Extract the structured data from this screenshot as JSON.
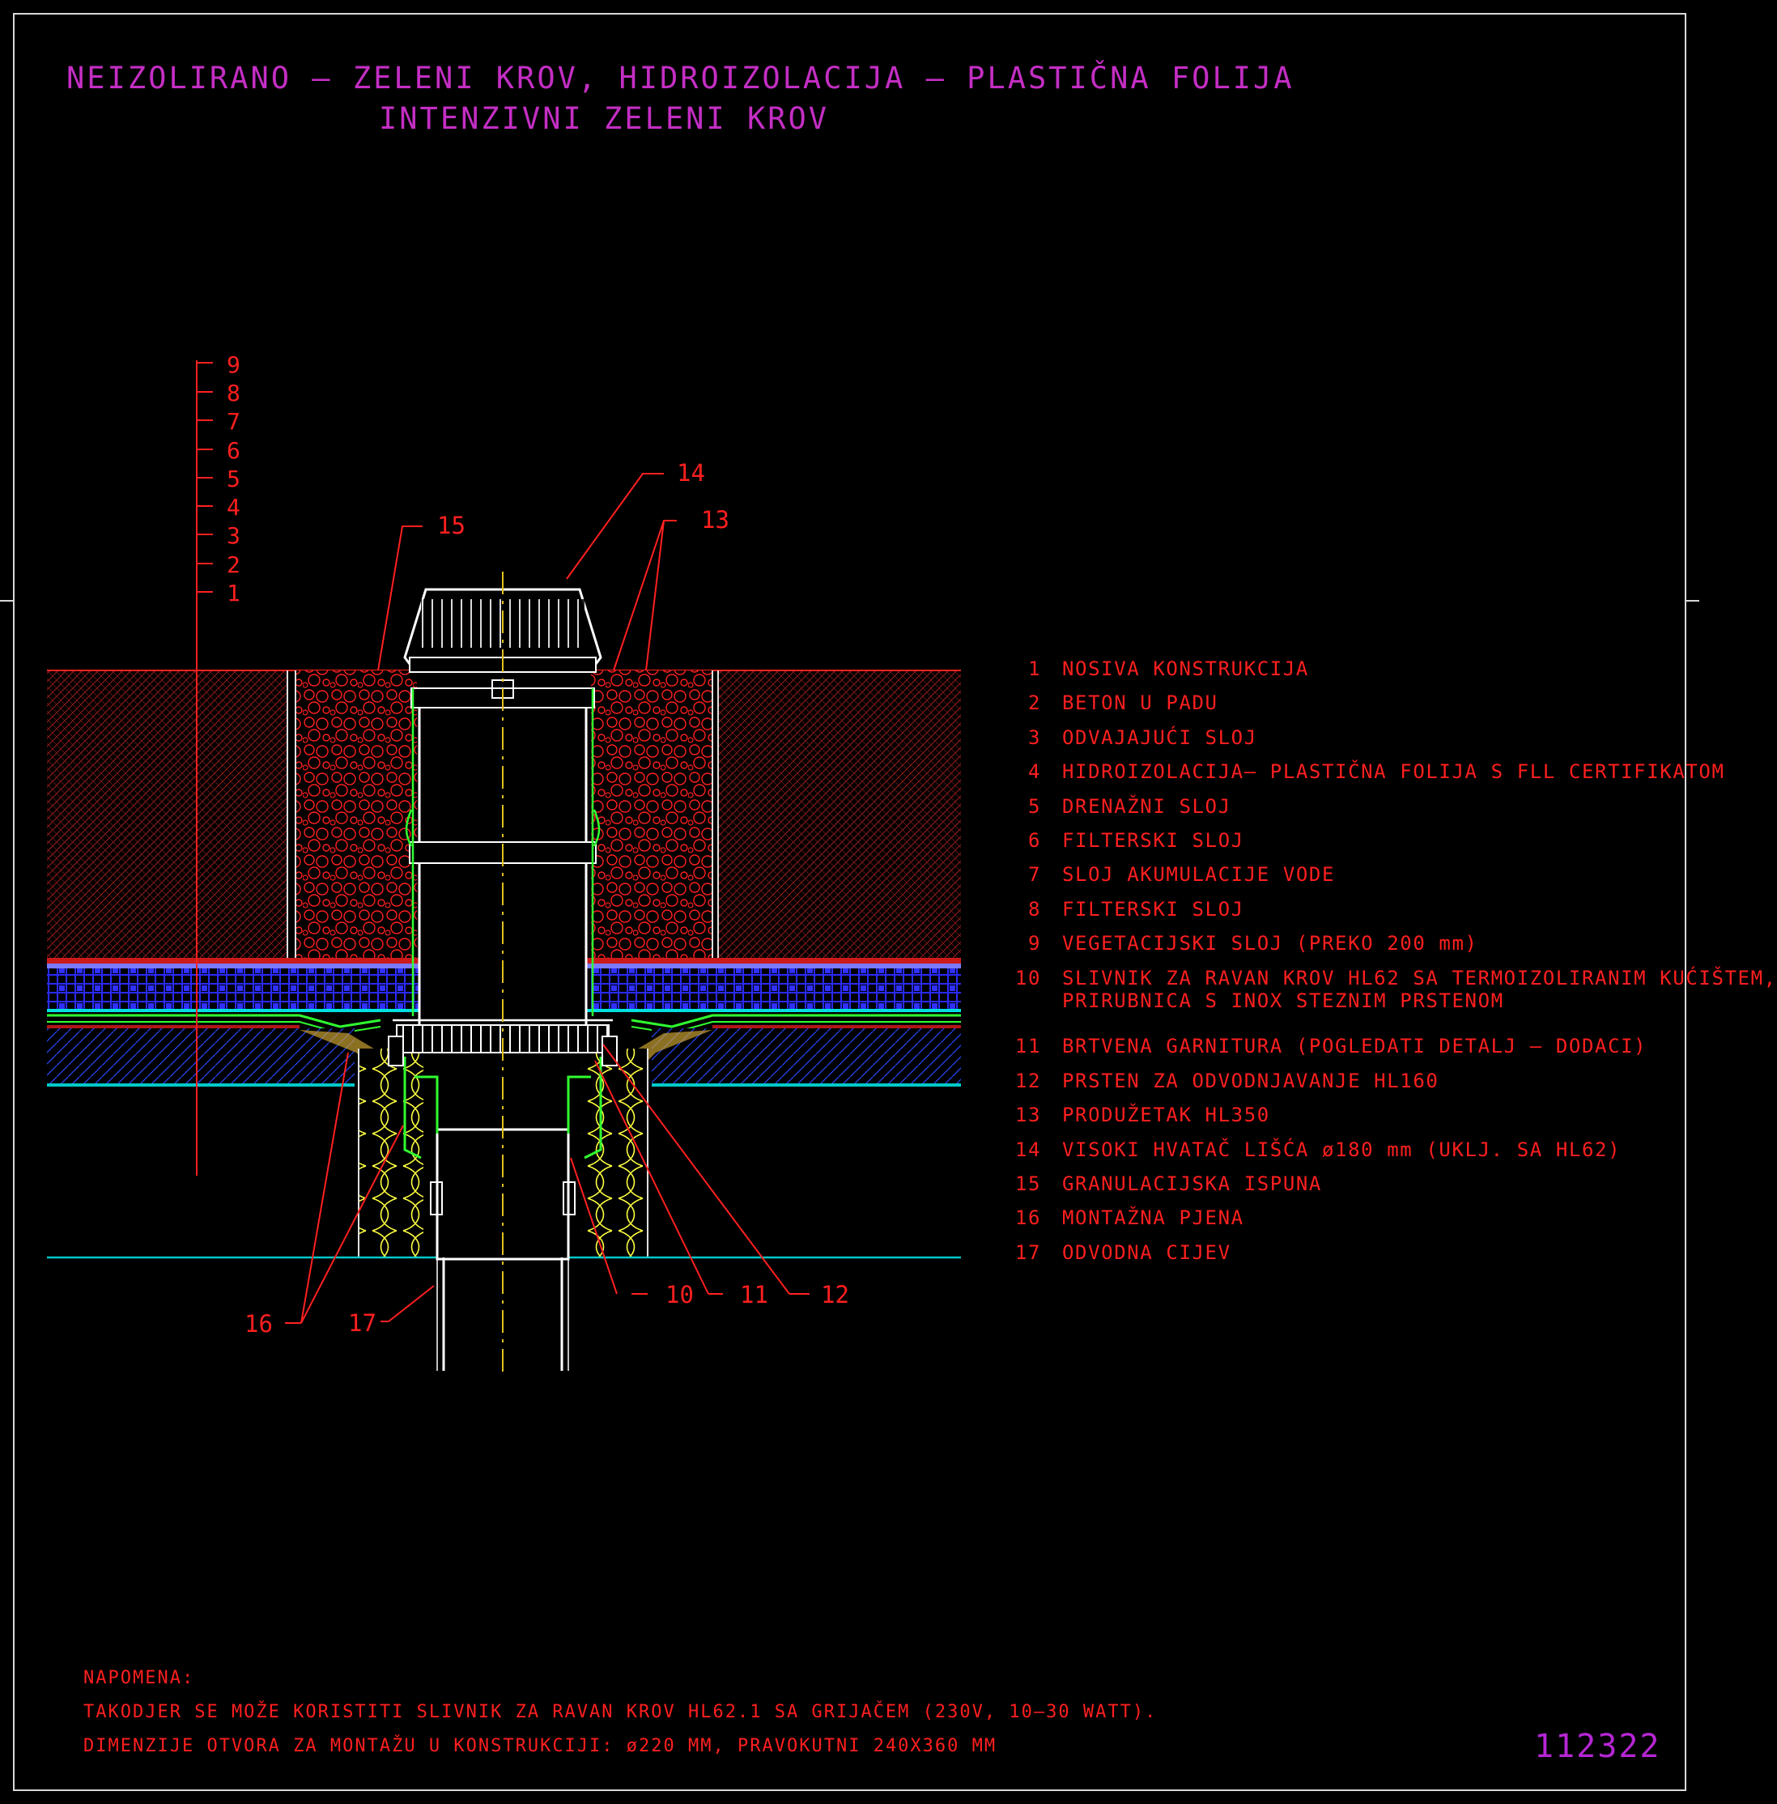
{
  "title": {
    "line1": "NEIZOLIRANO – ZELENI KROV, HIDROIZOLACIJA – PLASTIČNA FOLIJA",
    "line2": "INTENZIVNI ZELENI KROV"
  },
  "layer_scale": [
    "9",
    "8",
    "7",
    "6",
    "5",
    "4",
    "3",
    "2",
    "1"
  ],
  "callouts": {
    "c14": "14",
    "c15": "15",
    "c13": "13",
    "c16": "16",
    "c17": "17",
    "c10": "10",
    "c11": "11",
    "c12": "12"
  },
  "legend": [
    {
      "num": "1",
      "text": "NOSIVA KONSTRUKCIJA"
    },
    {
      "num": "2",
      "text": "BETON U PADU"
    },
    {
      "num": "3",
      "text": "ODVAJAJUĆI SLOJ"
    },
    {
      "num": "4",
      "text": "HIDROIZOLACIJA– PLASTIČNA FOLIJA S FLL CERTIFIKATOM"
    },
    {
      "num": "5",
      "text": "DRENAŽNI SLOJ"
    },
    {
      "num": "6",
      "text": "FILTERSKI SLOJ"
    },
    {
      "num": "7",
      "text": "SLOJ AKUMULACIJE VODE"
    },
    {
      "num": "8",
      "text": "FILTERSKI SLOJ"
    },
    {
      "num": "9",
      "text": "VEGETACIJSKI SLOJ (PREKO 200 mm)"
    },
    {
      "num": "10",
      "text": "SLIVNIK ZA RAVAN KROV HL62 SA TERMOIZOLIRANIM KUĆIŠTEM,",
      "text2": "PRIRUBNICA S INOX STEZNIM PRSTENOM"
    },
    {
      "num": "11",
      "text": "BRTVENA GARNITURA (POGLEDATI DETALJ – DODACI)"
    },
    {
      "num": "12",
      "text": "PRSTEN ZA ODVODNJAVANJE HL160"
    },
    {
      "num": "13",
      "text": "PRODUŽETAK HL350"
    },
    {
      "num": "14",
      "text": "VISOKI HVATAČ LIŠĆA ø180 mm (UKLJ. SA HL62)"
    },
    {
      "num": "15",
      "text": "GRANULACIJSKA ISPUNA"
    },
    {
      "num": "16",
      "text": "MONTAŽNA PJENA"
    },
    {
      "num": "17",
      "text": "ODVODNA CIJEV"
    }
  ],
  "notes": {
    "heading": "NAPOMENA:",
    "line1": "TAKODJER SE MOŽE KORISTITI SLIVNIK ZA RAVAN KROV HL62.1 SA GRIJAČEM (230V, 10–30 WATT).",
    "line2": "DIMENZIJE OTVORA ZA MONTAŽU U KONSTRUKCIJI: ø220 MM, PRAVOKUTNI 240X360 MM"
  },
  "drawing_number": "112322",
  "colors": {
    "background": "#000000",
    "title": "#c42ec4",
    "text": "#ff1f1f",
    "frame": "#d8d8d8",
    "drainage_layer": "#2a2aff",
    "insulation": "#ffff40",
    "membrane": "#30ff30",
    "base_line": "#00c8c8",
    "drain_body": "#ffffff"
  }
}
